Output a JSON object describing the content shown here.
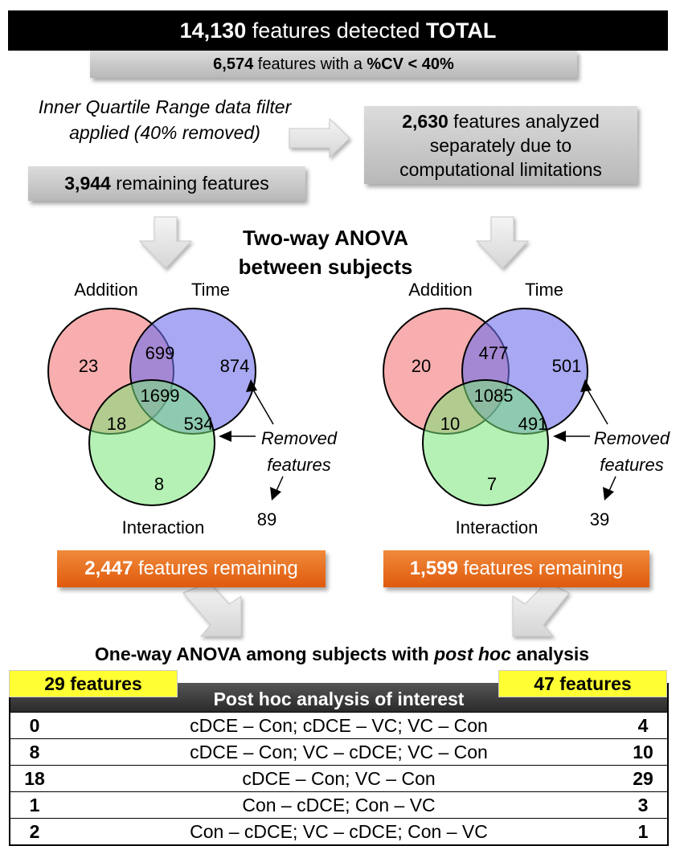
{
  "total": {
    "num": "14,130",
    "text": " features detected ",
    "bold_end": "TOTAL"
  },
  "cv": {
    "num": "6,574",
    "text": " features with a ",
    "bold_end": "%CV < 40%"
  },
  "iqr": {
    "line1": "Inner Quartile Range data filter",
    "line2": "applied (40% removed)"
  },
  "remaining": {
    "num": "3,944",
    "text": " remaining features"
  },
  "separate": {
    "num": "2,630",
    "line1": " features analyzed",
    "line2": "separately due to",
    "line3": "computational limitations"
  },
  "anova": {
    "line1": "Two-way ANOVA",
    "line2": "between subjects"
  },
  "venn_left": {
    "label_a": "Addition",
    "label_b": "Time",
    "label_c": "Interaction",
    "a_only": "23",
    "ab": "699",
    "b_only": "874",
    "abc": "1699",
    "ac": "18",
    "bc": "534",
    "c_only": "8",
    "removed_line1": "Removed",
    "removed_line2": "features",
    "removed_count": "89"
  },
  "venn_right": {
    "label_a": "Addition",
    "label_b": "Time",
    "label_c": "Interaction",
    "a_only": "20",
    "ab": "477",
    "b_only": "501",
    "abc": "1085",
    "ac": "10",
    "bc": "491",
    "c_only": "7",
    "removed_line1": "Removed",
    "removed_line2": "features",
    "removed_count": "39"
  },
  "remaining_left": {
    "num": "2,447",
    "text": " features remaining"
  },
  "remaining_right": {
    "num": "1,599",
    "text": " features remaining"
  },
  "oneway": {
    "pre": "One-way ANOVA among subjects with ",
    "italic": "post hoc",
    "post": " analysis"
  },
  "yellow_left": "29 features",
  "yellow_right": "47 features",
  "table": {
    "header": "Post hoc analysis of interest",
    "rows": [
      {
        "left": "0",
        "mid": "cDCE – Con; cDCE – VC; VC – Con",
        "right": "4"
      },
      {
        "left": "8",
        "mid": "cDCE – Con; VC – cDCE; VC – Con",
        "right": "10"
      },
      {
        "left": "18",
        "mid": "cDCE – Con; VC – Con",
        "right": "29"
      },
      {
        "left": "1",
        "mid": "Con – cDCE; Con – VC",
        "right": "3"
      },
      {
        "left": "2",
        "mid": "Con – cDCE; VC – cDCE; Con – VC",
        "right": "1"
      }
    ]
  }
}
